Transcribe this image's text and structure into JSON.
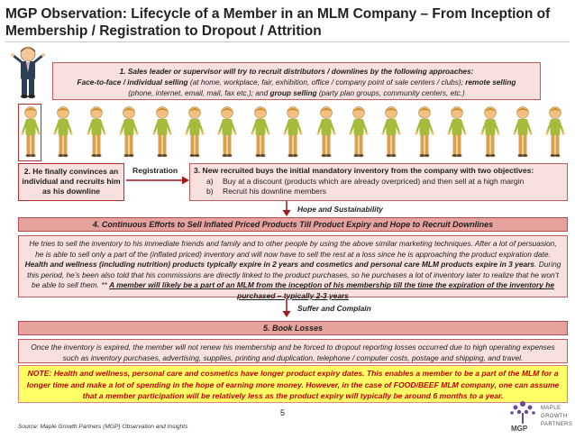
{
  "header": {
    "title_line1": "MGP Observation: Lifecycle of a Member in an MLM Company – From Inception of",
    "title_line2": "Membership / Registration to Dropout / Attrition"
  },
  "step1": {
    "line1": "1. Sales leader or supervisor will try to recruit distributors / downlines by the following approaches:",
    "line2_a": "Face-to-face / individual selling",
    "line2_b": " (at home, workplace, fair, exhibition, office / company point of sale centers / clubs); ",
    "line2_c": "remote selling",
    "line3_a": "(phone, internet, email, mail, fax etc.); and ",
    "line3_b": "group selling",
    "line3_c": " (party plan groups, community centers, etc.)"
  },
  "step2": {
    "text": "2. He finally convinces an individual and recruits him as his downline"
  },
  "registration_label": "Registration",
  "step3": {
    "heading": "3. New recruited buys the initial mandatory inventory from the company with two objectives:",
    "item_a_marker": "a)",
    "item_a": "Buy at a discount (products which are already overpriced) and then sell at a high margin",
    "item_b_marker": "b)",
    "item_b": "Recruit his downline members"
  },
  "arrow_label_1": "Hope and Sustainability",
  "step4": {
    "title": "4. Continuous Efforts to Sell Inflated Priced Products Till Product Expiry and Hope to Recruit Downlines",
    "p1": "He tries to sell the inventory to his immediate friends and family and to other people by using the above similar marketing techniques. After a lot of persuasion, he is able to sell only a part of the (inflated priced) inventory and will now have to sell the rest at a loss since he is approaching the product expiration date. ",
    "p2": "Health and wellness (including nutrition) products typically expire in 2 years and cosmetics and personal care MLM products expire in 3 years",
    "p3": ". During this period, he’s been also told that his commissions are directly linked to the product purchases, so he purchases a lot of inventory later to realize that he won’t be able to sell them. ** ",
    "p4": "A member will likely be a part of an MLM from the inception of his membership till the time the expiration of the inventory he purchased – typically 2-3 years"
  },
  "arrow_label_2": "Suffer and Complain",
  "step5": {
    "title": "5. Book Losses",
    "text": "Once the inventory is expired, the member will not renew his membership and be forced to dropout reporting losses occurred due to high operating expenses such as inventory purchases, advertising, supplies, printing and duplication, telephone / computer costs, postage and shipping, and travel."
  },
  "note": {
    "text": "NOTE: Health and wellness, personal care and cosmetics have longer product expiry dates. This enables a member to be a part of the MLM for a longer time and make a lot of spending in the hope of earning more money. However, in the case of FOOD/BEEF MLM company, one can assume that a member participation will be relatively less as the product expiry will typically be around 6 months to a year."
  },
  "page_number": "5",
  "source": "Source: Maple Growth Partners (MGP) Observation and Insights",
  "logo": {
    "line1": "MAPLE",
    "line2": "GROWTH",
    "line3": "PARTNERS",
    "mark": "MGP"
  },
  "colors": {
    "box_fill": "#f7e0de",
    "box_border": "#c05a5a",
    "header_fill": "#e6a39d",
    "note_fill": "#ffff66",
    "note_text": "#c00000",
    "arrow": "#a01818"
  }
}
